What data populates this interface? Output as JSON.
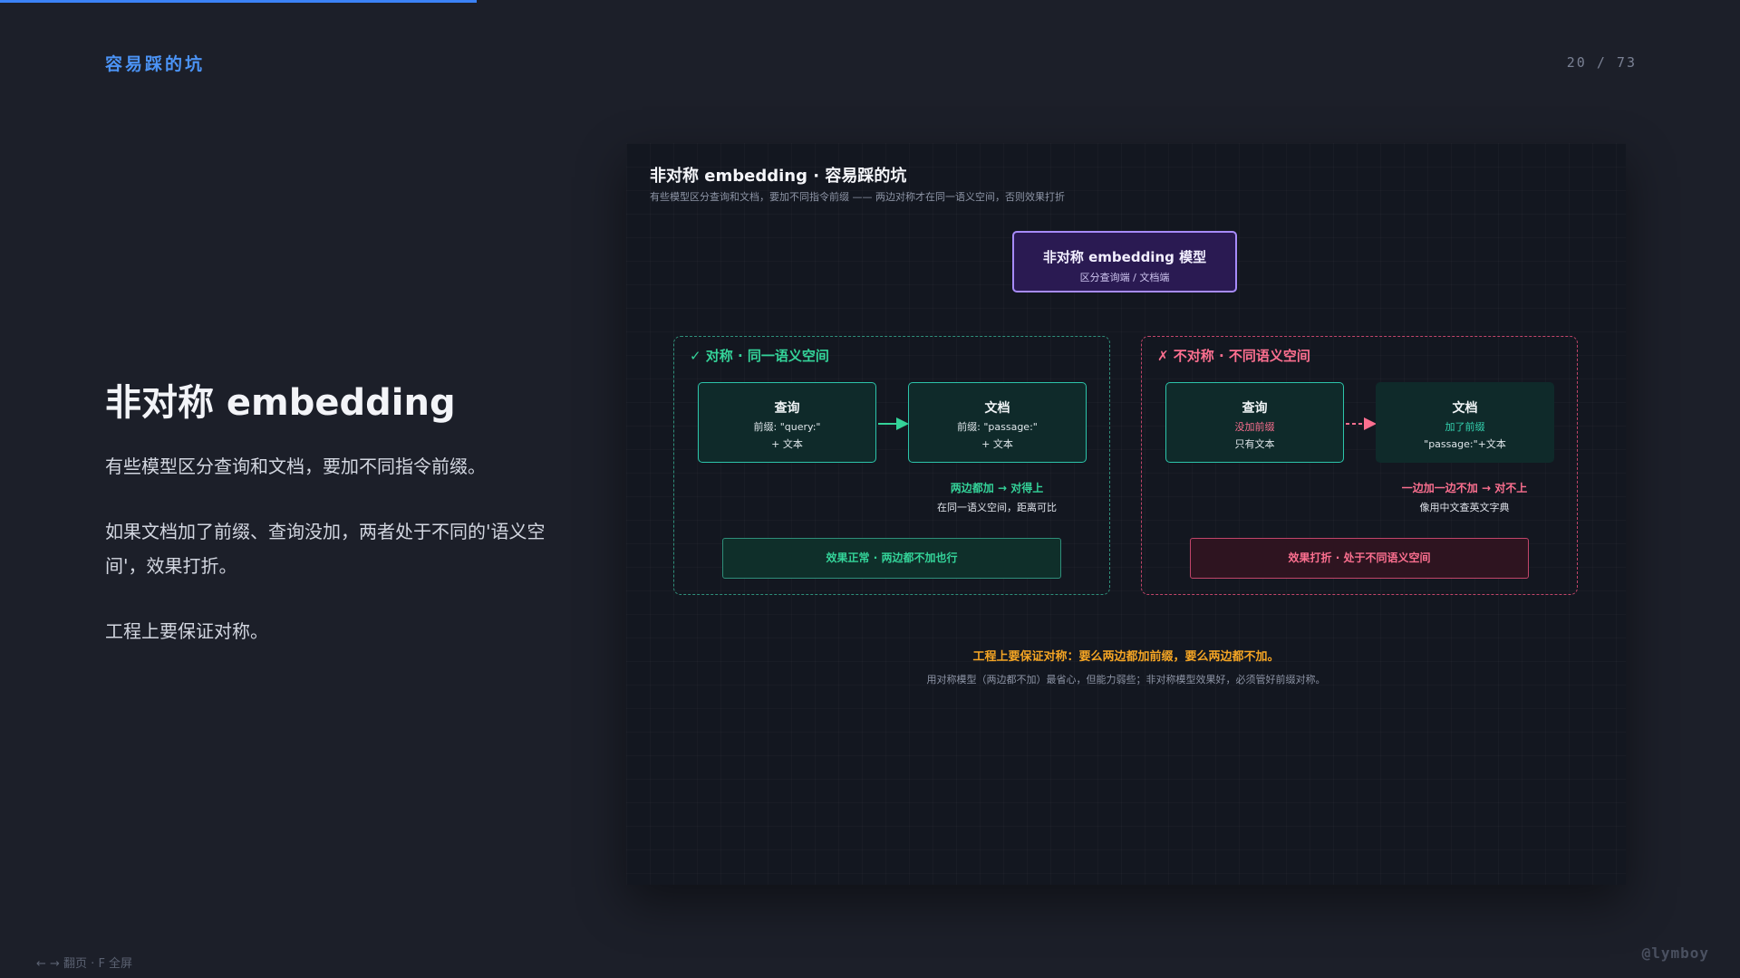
{
  "progress": 0.274,
  "header": {
    "section_title": "容易踩的坑",
    "page_counter": "20 / 73"
  },
  "left": {
    "heading": "非对称 embedding",
    "paragraphs": [
      "有些模型区分查询和文档，要加不同指令前缀。",
      "如果文档加了前缀、查询没加，两者处于不同的'语义空间'，效果打折。",
      "工程上要保证对称。"
    ]
  },
  "diagram": {
    "title": "非对称 embedding · 容易踩的坑",
    "subtitle": "有些模型区分查询和文档，要加不同指令前缀 —— 两边对称才在同一语义空间，否则效果打折",
    "model": {
      "title": "非对称 embedding 模型",
      "subtitle": "区分查询端 / 文档端"
    },
    "symmetric": {
      "head": "✓ 对称 · 同一语义空间",
      "query": {
        "title": "查询",
        "line1": "前缀: \"query:\"",
        "line2": "+ 文本"
      },
      "doc": {
        "title": "文档",
        "line1": "前缀: \"passage:\"",
        "line2": "+ 文本"
      },
      "note_head": "两边都加 → 对得上",
      "note_sub": "在同一语义空间，距离可比",
      "result": "效果正常 · 两边都不加也行"
    },
    "asymmetric": {
      "head": "✗ 不对称 · 不同语义空间",
      "query": {
        "title": "查询",
        "line1": "没加前缀",
        "line2": "只有文本"
      },
      "doc": {
        "title": "文档",
        "line1": "加了前缀",
        "line2": "\"passage:\"+文本"
      },
      "note_head": "一边加一边不加 → 对不上",
      "note_sub": "像用中文查英文字典",
      "result": "效果打折 · 处于不同语义空间"
    },
    "conclusion": "工程上要保证对称：要么两边都加前缀，要么两边都不加。",
    "conclusion_sub": "用对称模型（两边都不加）最省心，但能力弱些；非对称模型效果好，必须管好前缀对称。"
  },
  "footer": {
    "hint": "← → 翻页 · F 全屏",
    "watermark": "@lymboy"
  },
  "colors": {
    "accent": "#3b82f6",
    "good": "#34d399",
    "bad": "#fb6f8f",
    "model": "#a78bfa",
    "highlight": "#f5a524"
  }
}
